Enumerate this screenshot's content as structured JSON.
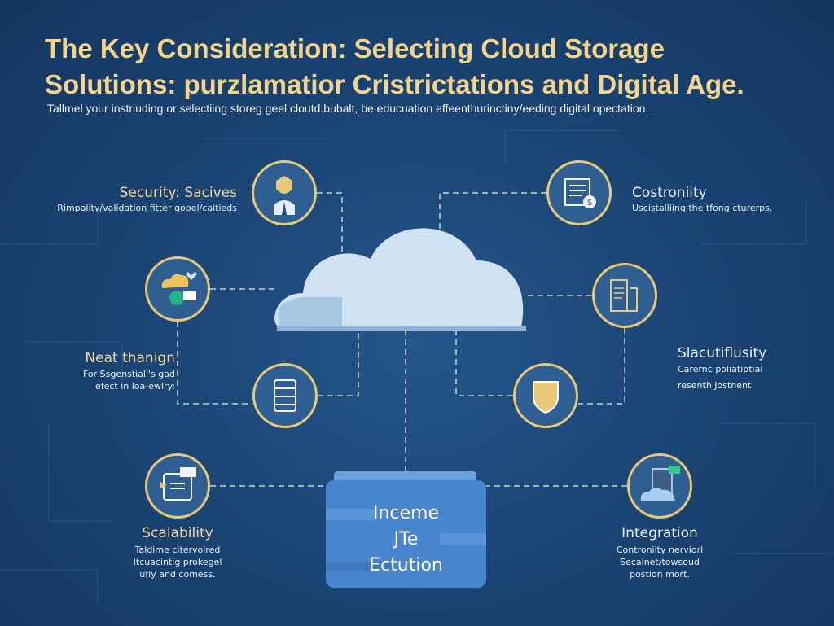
{
  "header": {
    "title_line1": "The Key Consideration: Selecting Cloud Storage",
    "title_line2": "Solutions: purzlamatior Cristrictations and Digital Age.",
    "subtitle": "Tallmel your instriuding or selectiing storeg geel cloutd.bubalt, be educuation effeenthurinctiny/eeding digital opectation."
  },
  "nodes": [
    {
      "id": "security",
      "label": "Security: Sacives",
      "desc": [
        "Rimpality/validation fitter gopel/caitieds"
      ],
      "icon": "shield-person-icon"
    },
    {
      "id": "costronity",
      "label": "Costroniity",
      "desc": [
        "Uscistalliing the tfong cturerps."
      ],
      "icon": "document-dollar-icon"
    },
    {
      "id": "neat",
      "label": "Neat thanign",
      "desc": [
        "For Ssgenstiall's gad",
        "efect in loa-ewlry:"
      ],
      "icon": "cloud-mail-icon"
    },
    {
      "id": "slacutiflusity",
      "label": "Slacutiflusity",
      "desc": [
        "Carernc poliatiptial",
        "resenth Jostnent"
      ],
      "icon": "document-code-icon"
    },
    {
      "id": "server",
      "label": "",
      "desc": [],
      "icon": "server-icon"
    },
    {
      "id": "shield",
      "label": "",
      "desc": [],
      "icon": "shield-icon"
    },
    {
      "id": "scalability",
      "label": "Scalability",
      "desc": [
        "Taldime citervoired",
        "Itcuacintig prokegel",
        "ufly and comess."
      ],
      "icon": "browser-edit-icon"
    },
    {
      "id": "integration",
      "label": "Integration",
      "desc": [
        "Controniity nerviorl",
        "Secainet/towsoud",
        "postion mort."
      ],
      "icon": "cloud-document-icon"
    }
  ],
  "folder": {
    "line1": "Inceme",
    "line2": "JTe",
    "line3": "Ectution"
  },
  "colors": {
    "background": "#1b4575",
    "accent": "#e8c976",
    "title": "#f2d48c",
    "cloud": "#cfe2f1",
    "folder": "#4a86cf"
  }
}
